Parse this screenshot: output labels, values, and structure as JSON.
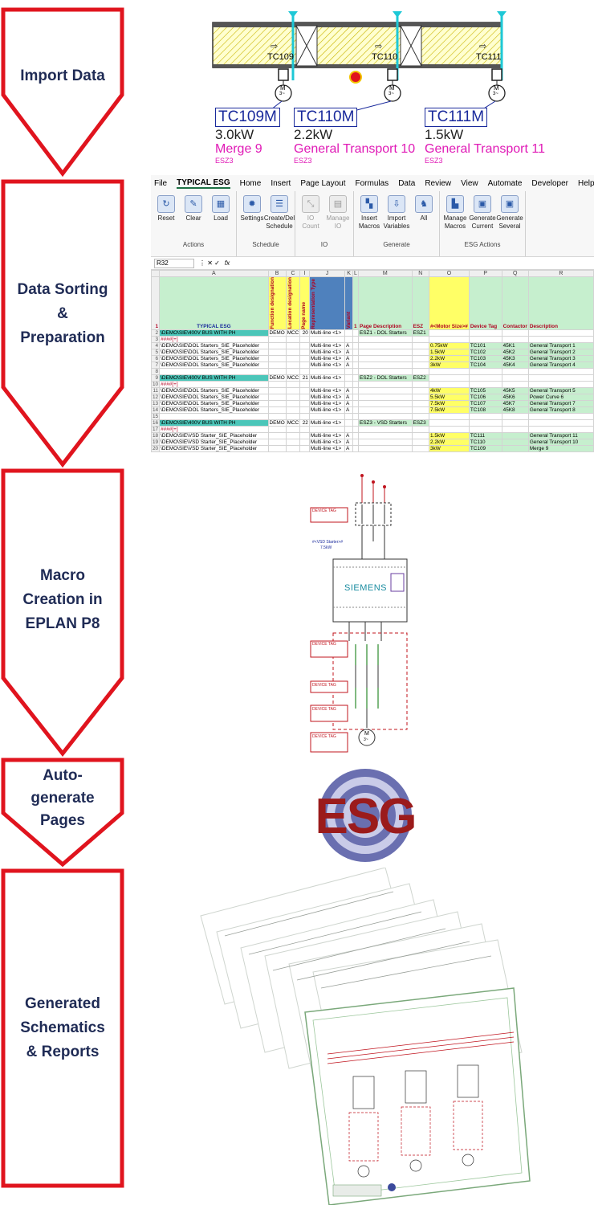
{
  "stages": [
    {
      "label": "Import Data"
    },
    {
      "label": "Data Sorting & Preparation"
    },
    {
      "label": "Macro Creation in EPLAN P8"
    },
    {
      "label": "Auto-generate Pages"
    },
    {
      "label": "Generated Schematics & Reports"
    }
  ],
  "stage_lines": {
    "s1": [
      "Import Data"
    ],
    "s2": [
      "Data Sorting",
      "&",
      "Preparation"
    ],
    "s3": [
      "Macro",
      "Creation in",
      "EPLAN P8"
    ],
    "s4": [
      "Auto-",
      "generate",
      "Pages"
    ],
    "s5": [
      "Generated",
      "Schematics",
      "& Reports"
    ]
  },
  "transport": {
    "conveyors": [
      {
        "label": "TC109"
      },
      {
        "label": "TC110"
      },
      {
        "label": "TC111"
      }
    ],
    "motors": [
      {
        "tag": "TC109M",
        "power": "3.0kW",
        "description": "Merge 9",
        "zone": "ESZ3"
      },
      {
        "tag": "TC110M",
        "power": "2.2kW",
        "description": "General Transport 10",
        "zone": "ESZ3"
      },
      {
        "tag": "TC111M",
        "power": "1.5kW",
        "description": "General Transport 11",
        "zone": "ESZ3"
      }
    ],
    "motor_symbol": "M",
    "motor_symbol_sub": "3~"
  },
  "excel": {
    "menu": [
      "File",
      "TYPICAL ESG",
      "Home",
      "Insert",
      "Page Layout",
      "Formulas",
      "Data",
      "Review",
      "View",
      "Automate",
      "Developer",
      "Help"
    ],
    "groups": [
      {
        "name": "Actions",
        "buttons": [
          {
            "label": "Reset",
            "icon": "reset-icon",
            "glyph": "↻",
            "disabled": false
          },
          {
            "label": "Clear",
            "icon": "brush-icon",
            "glyph": "✎",
            "disabled": false
          },
          {
            "label": "Load",
            "icon": "load-icon",
            "glyph": "▦",
            "disabled": false
          }
        ]
      },
      {
        "name": "Schedule",
        "buttons": [
          {
            "label": "Settings",
            "icon": "settings-icon",
            "glyph": "✹",
            "disabled": false
          },
          {
            "label": "Create/Del Schedule",
            "icon": "schedule-icon",
            "glyph": "☰",
            "disabled": false
          }
        ]
      },
      {
        "name": "IO",
        "buttons": [
          {
            "label": "IO Count",
            "icon": "io-count-icon",
            "glyph": "⤡",
            "disabled": true
          },
          {
            "label": "Manage IO",
            "icon": "manage-io-icon",
            "glyph": "▤",
            "disabled": true
          }
        ]
      },
      {
        "name": "Generate",
        "buttons": [
          {
            "label": "Insert Macros",
            "icon": "insert-macros-icon",
            "glyph": "▚",
            "disabled": false
          },
          {
            "label": "Import Variables",
            "icon": "import-variables-icon",
            "glyph": "⇩",
            "disabled": false
          },
          {
            "label": "All",
            "icon": "rabbit-icon",
            "glyph": "♞",
            "disabled": false
          }
        ]
      },
      {
        "name": "ESG Actions",
        "buttons": [
          {
            "label": "Manage Macros",
            "icon": "manage-macros-icon",
            "glyph": "▙",
            "disabled": false
          },
          {
            "label": "Generate Current",
            "icon": "chip-icon",
            "glyph": "▣",
            "disabled": false
          },
          {
            "label": "Generate Several",
            "icon": "chip-several-icon",
            "glyph": "▣",
            "disabled": false
          }
        ]
      }
    ],
    "name_box": "R32",
    "fx": "fx",
    "column_letters": [
      "",
      "A",
      "B",
      "C",
      "I",
      "J",
      "K",
      "L",
      "M",
      "N",
      "O",
      "P",
      "Q",
      "R"
    ],
    "header": {
      "a": "TYPICAL ESG",
      "b": "Function designation",
      "c": "Location designation",
      "i": "Page name",
      "j": "Representation Type",
      "k": "Variant",
      "l": "1",
      "m": "Page Description",
      "n": "ESZ",
      "o": "#<Motor Size>#",
      "p": "Device Tag",
      "q": "Contactor",
      "r": "Description"
    },
    "rows": [
      {
        "n": "2",
        "type": "bus",
        "a": "\\DEMO\\SIE\\400V BUS WITH PH",
        "b": "DEMO",
        "c": "MCC",
        "i": "20",
        "j": "Multi-line <1>",
        "k": "",
        "m": "ESZ1 - DOL Starters",
        "nn": "ESZ1",
        "o": "",
        "p": "",
        "q": "",
        "r": ""
      },
      {
        "n": "3",
        "type": "mark",
        "a": "####[+]",
        "b": "",
        "c": "",
        "i": "",
        "j": "",
        "k": "",
        "m": "",
        "nn": "",
        "o": "",
        "p": "",
        "q": "",
        "r": ""
      },
      {
        "n": "4",
        "type": "data",
        "a": "\\DEMO\\SIE\\DOL Starters_SIE_Placeholder",
        "b": "",
        "c": "",
        "i": "",
        "j": "Multi-line <1>",
        "k": "A",
        "m": "",
        "nn": "",
        "o": "0.75kW",
        "p": "TC101",
        "q": "45K1",
        "r": "General Transport 1"
      },
      {
        "n": "5",
        "type": "data",
        "a": "\\DEMO\\SIE\\DOL Starters_SIE_Placeholder",
        "b": "",
        "c": "",
        "i": "",
        "j": "Multi-line <1>",
        "k": "A",
        "m": "",
        "nn": "",
        "o": "1.5kW",
        "p": "TC102",
        "q": "45K2",
        "r": "General Transport 2"
      },
      {
        "n": "6",
        "type": "data",
        "a": "\\DEMO\\SIE\\DOL Starters_SIE_Placeholder",
        "b": "",
        "c": "",
        "i": "",
        "j": "Multi-line <1>",
        "k": "A",
        "m": "",
        "nn": "",
        "o": "2.2kW",
        "p": "TC103",
        "q": "45K3",
        "r": "General Transport 3"
      },
      {
        "n": "7",
        "type": "data",
        "a": "\\DEMO\\SIE\\DOL Starters_SIE_Placeholder",
        "b": "",
        "c": "",
        "i": "",
        "j": "Multi-line <1>",
        "k": "A",
        "m": "",
        "nn": "",
        "o": "3kW",
        "p": "TC104",
        "q": "45K4",
        "r": "General Transport 4"
      },
      {
        "n": "8",
        "type": "blank",
        "a": "",
        "b": "",
        "c": "",
        "i": "",
        "j": "",
        "k": "",
        "m": "",
        "nn": "",
        "o": "",
        "p": "",
        "q": "",
        "r": ""
      },
      {
        "n": "9",
        "type": "bus",
        "a": "\\DEMO\\SIE\\400V BUS WITH PH",
        "b": "DEMO",
        "c": "MCC",
        "i": "21",
        "j": "Multi-line <1>",
        "k": "",
        "m": "ESZ2 - DOL Starters",
        "nn": "ESZ2",
        "o": "",
        "p": "",
        "q": "",
        "r": ""
      },
      {
        "n": "10",
        "type": "mark",
        "a": "####[+]",
        "b": "",
        "c": "",
        "i": "",
        "j": "",
        "k": "",
        "m": "",
        "nn": "",
        "o": "",
        "p": "",
        "q": "",
        "r": ""
      },
      {
        "n": "11",
        "type": "data",
        "a": "\\DEMO\\SIE\\DOL Starters_SIE_Placeholder",
        "b": "",
        "c": "",
        "i": "",
        "j": "Multi-line <1>",
        "k": "A",
        "m": "",
        "nn": "",
        "o": "4kW",
        "p": "TC105",
        "q": "45K5",
        "r": "General Transport 5"
      },
      {
        "n": "12",
        "type": "data",
        "a": "\\DEMO\\SIE\\DOL Starters_SIE_Placeholder",
        "b": "",
        "c": "",
        "i": "",
        "j": "Multi-line <1>",
        "k": "A",
        "m": "",
        "nn": "",
        "o": "5.5kW",
        "p": "TC106",
        "q": "45K6",
        "r": "Power Curve 6"
      },
      {
        "n": "13",
        "type": "data",
        "a": "\\DEMO\\SIE\\DOL Starters_SIE_Placeholder",
        "b": "",
        "c": "",
        "i": "",
        "j": "Multi-line <1>",
        "k": "A",
        "m": "",
        "nn": "",
        "o": "7.5kW",
        "p": "TC107",
        "q": "45K7",
        "r": "General Transport 7"
      },
      {
        "n": "14",
        "type": "data",
        "a": "\\DEMO\\SIE\\DOL Starters_SIE_Placeholder",
        "b": "",
        "c": "",
        "i": "",
        "j": "Multi-line <1>",
        "k": "A",
        "m": "",
        "nn": "",
        "o": "7.5kW",
        "p": "TC108",
        "q": "45K8",
        "r": "General Transport 8"
      },
      {
        "n": "15",
        "type": "blank",
        "a": "",
        "b": "",
        "c": "",
        "i": "",
        "j": "",
        "k": "",
        "m": "",
        "nn": "",
        "o": "",
        "p": "",
        "q": "",
        "r": ""
      },
      {
        "n": "16",
        "type": "bus",
        "a": "\\DEMO\\SIE\\400V BUS WITH PH",
        "b": "DEMO",
        "c": "MCC",
        "i": "22",
        "j": "Multi-line <1>",
        "k": "",
        "m": "ESZ3 - VSD Starters",
        "nn": "ESZ3",
        "o": "",
        "p": "",
        "q": "",
        "r": ""
      },
      {
        "n": "17",
        "type": "mark",
        "a": "####[+]",
        "b": "",
        "c": "",
        "i": "",
        "j": "",
        "k": "",
        "m": "",
        "nn": "",
        "o": "",
        "p": "",
        "q": "",
        "r": ""
      },
      {
        "n": "18",
        "type": "data",
        "a": "\\DEMO\\SIE\\VSD Starter_SIE_Placeholder",
        "b": "",
        "c": "",
        "i": "",
        "j": "Multi-line <1>",
        "k": "A",
        "m": "",
        "nn": "",
        "o": "1.5kW",
        "p": "TC111",
        "q": "",
        "r": "General Transport 11"
      },
      {
        "n": "19",
        "type": "data",
        "a": "\\DEMO\\SIE\\VSD Starter_SIE_Placeholder",
        "b": "",
        "c": "",
        "i": "",
        "j": "Multi-line <1>",
        "k": "A",
        "m": "",
        "nn": "",
        "o": "2.2kW",
        "p": "TC110",
        "q": "",
        "r": "General Transport 10"
      },
      {
        "n": "20",
        "type": "data",
        "a": "\\DEMO\\SIE\\VSD Starter_SIE_Placeholder",
        "b": "",
        "c": "",
        "i": "",
        "j": "Multi-line <1>",
        "k": "A",
        "m": "",
        "nn": "",
        "o": "3kW",
        "p": "TC109",
        "q": "",
        "r": "Merge 9"
      }
    ]
  },
  "schematic": {
    "device_tag": "DEVICE TAG",
    "vsd_label": "#<VSD Starter>#",
    "vsd_value": "7.5kW",
    "brand": "SIEMENS",
    "motor_symbol": "M",
    "motor_symbol_sub": "3~"
  },
  "logo": {
    "text": "ESG",
    "color": "#9b1b1b",
    "ring_color": "#6a6fb0"
  },
  "colors": {
    "stage_arrow": "#e0141e",
    "stage_text": "#1f2b55",
    "motor_tag": "#1a2a9c",
    "description": "#e01ab6"
  }
}
